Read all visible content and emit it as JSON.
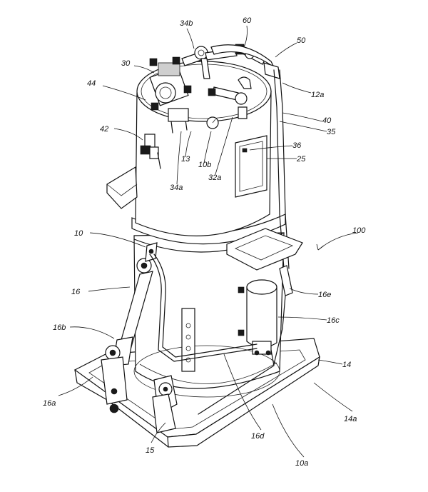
{
  "labels": {
    "l34b": "34b",
    "l60": "60",
    "l50": "50",
    "l30": "30",
    "l44": "44",
    "l12a": "12a",
    "l40": "40",
    "l35": "35",
    "l42": "42",
    "l36": "36",
    "l25": "25",
    "l13": "13",
    "l10b": "10b",
    "l32a": "32a",
    "l34a": "34a",
    "l100": "100",
    "l10": "10",
    "l16": "16",
    "l16e": "16e",
    "l16b": "16b",
    "l16c": "16c",
    "l14": "14",
    "l16a": "16a",
    "l14a": "14a",
    "l16d": "16d",
    "l15": "15",
    "l10a": "10a"
  }
}
